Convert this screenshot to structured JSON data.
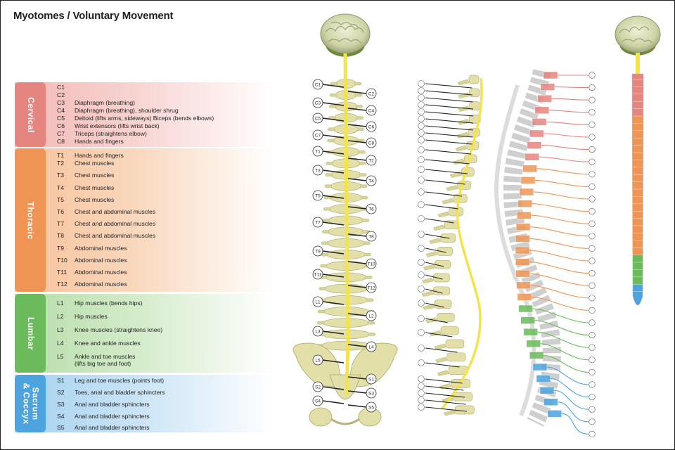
{
  "title": "Myotomes / Voluntary Movement",
  "colors": {
    "cervical": "#e48580",
    "thoracic": "#ee9555",
    "lumbar": "#6bbb5c",
    "sacral": "#4da3dd",
    "cord": "#f2e44a",
    "bone": "#e2dfa8"
  },
  "regions": [
    {
      "key": "cervical",
      "label": "Cervical"
    },
    {
      "key": "thoracic",
      "label": "Thoracic"
    },
    {
      "key": "lumbar",
      "label": "Lumbar"
    },
    {
      "key": "sacral",
      "label": "Sacrum\n& Coccyx"
    }
  ],
  "myotomes": [
    {
      "code": "C1",
      "text": ""
    },
    {
      "code": "C2",
      "text": ""
    },
    {
      "code": "C3",
      "text": "Diaphragm (breathing)"
    },
    {
      "code": "C4",
      "text": "Diaphragm (breathing), shoulder shrug"
    },
    {
      "code": "C5",
      "text": "Deltoid (lifts arms, sideways) Biceps (bends elbows)"
    },
    {
      "code": "C6",
      "text": "Wrist extensors (lifts wrist back)"
    },
    {
      "code": "C7",
      "text": "Triceps (straightens elbow)"
    },
    {
      "code": "C8",
      "text": "Hands and fingers"
    },
    {
      "code": "T1",
      "text": "Hands and fingers"
    },
    {
      "code": "T2",
      "text": "Chest muscles"
    },
    {
      "code": "T3",
      "text": "Chest muscles"
    },
    {
      "code": "T4",
      "text": "Chest muscles"
    },
    {
      "code": "T5",
      "text": "Chest muscles"
    },
    {
      "code": "T6",
      "text": "Chest and abdominal muscles"
    },
    {
      "code": "T7",
      "text": "Chest and abdominal muscles"
    },
    {
      "code": "T8",
      "text": "Chest and abdominal muscles"
    },
    {
      "code": "T9",
      "text": "Abdominal muscles"
    },
    {
      "code": "T10",
      "text": "Abdominal muscles"
    },
    {
      "code": "T11",
      "text": "Abdominal muscles"
    },
    {
      "code": "T12",
      "text": "Abdominal muscles"
    },
    {
      "code": "L1",
      "text": "Hip muscles (bends hips)"
    },
    {
      "code": "L2",
      "text": "Hip muscles"
    },
    {
      "code": "L3",
      "text": "Knee muscles (straightens knee)"
    },
    {
      "code": "L4",
      "text": "Knee and ankle muscles"
    },
    {
      "code": "L5",
      "text": "Ankle and toe muscles\n(lifts big toe and foot)"
    },
    {
      "code": "S1",
      "text": "Leg and toe muscles (points foot)"
    },
    {
      "code": "S2",
      "text": "Toes, anal and bladder sphincters"
    },
    {
      "code": "S3",
      "text": "Anal and bladder sphincters"
    },
    {
      "code": "S4",
      "text": "Anal and bladder sphincters"
    },
    {
      "code": "S5",
      "text": "Anal and bladder sphincters"
    }
  ],
  "front_labels_left": [
    "C1",
    "C3",
    "C5",
    "C7",
    "T1",
    "T3",
    "T5",
    "T7",
    "T9",
    "T11",
    "L1",
    "L3",
    "L5",
    "S2",
    "S4"
  ],
  "front_labels_right": [
    "C2",
    "C4",
    "C6",
    "C8",
    "T2",
    "T4",
    "T6",
    "T8",
    "T10",
    "T12",
    "L2",
    "L4",
    "S1",
    "S3",
    "S5"
  ]
}
